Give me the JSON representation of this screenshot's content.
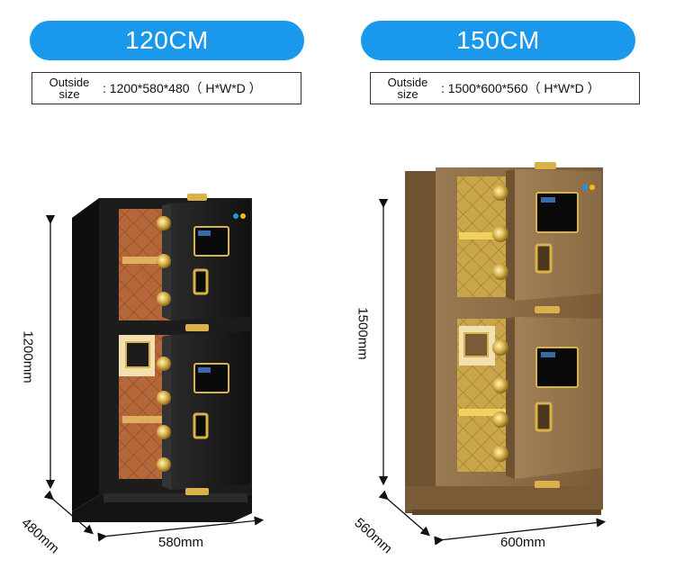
{
  "left_product": {
    "size_title": "120CM",
    "outside_label_line1": "Outside",
    "outside_label_line2": "size",
    "dimensions": ": 1200*580*480（ H*W*D ）",
    "height_label": "1200mm",
    "width_label": "580mm",
    "depth_label": "480mm",
    "body_color": "#1c1c1c",
    "interior_color": "#b5673a"
  },
  "right_product": {
    "size_title": "150CM",
    "outside_label_line1": "Outside",
    "outside_label_line2": "size",
    "dimensions": ": 1500*600*560（ H*W*D ）",
    "height_label": "1500mm",
    "width_label": "600mm",
    "depth_label": "560mm",
    "body_color": "#8b6a44",
    "interior_color": "#c9a64a"
  },
  "accent_color": "#1a98ec"
}
